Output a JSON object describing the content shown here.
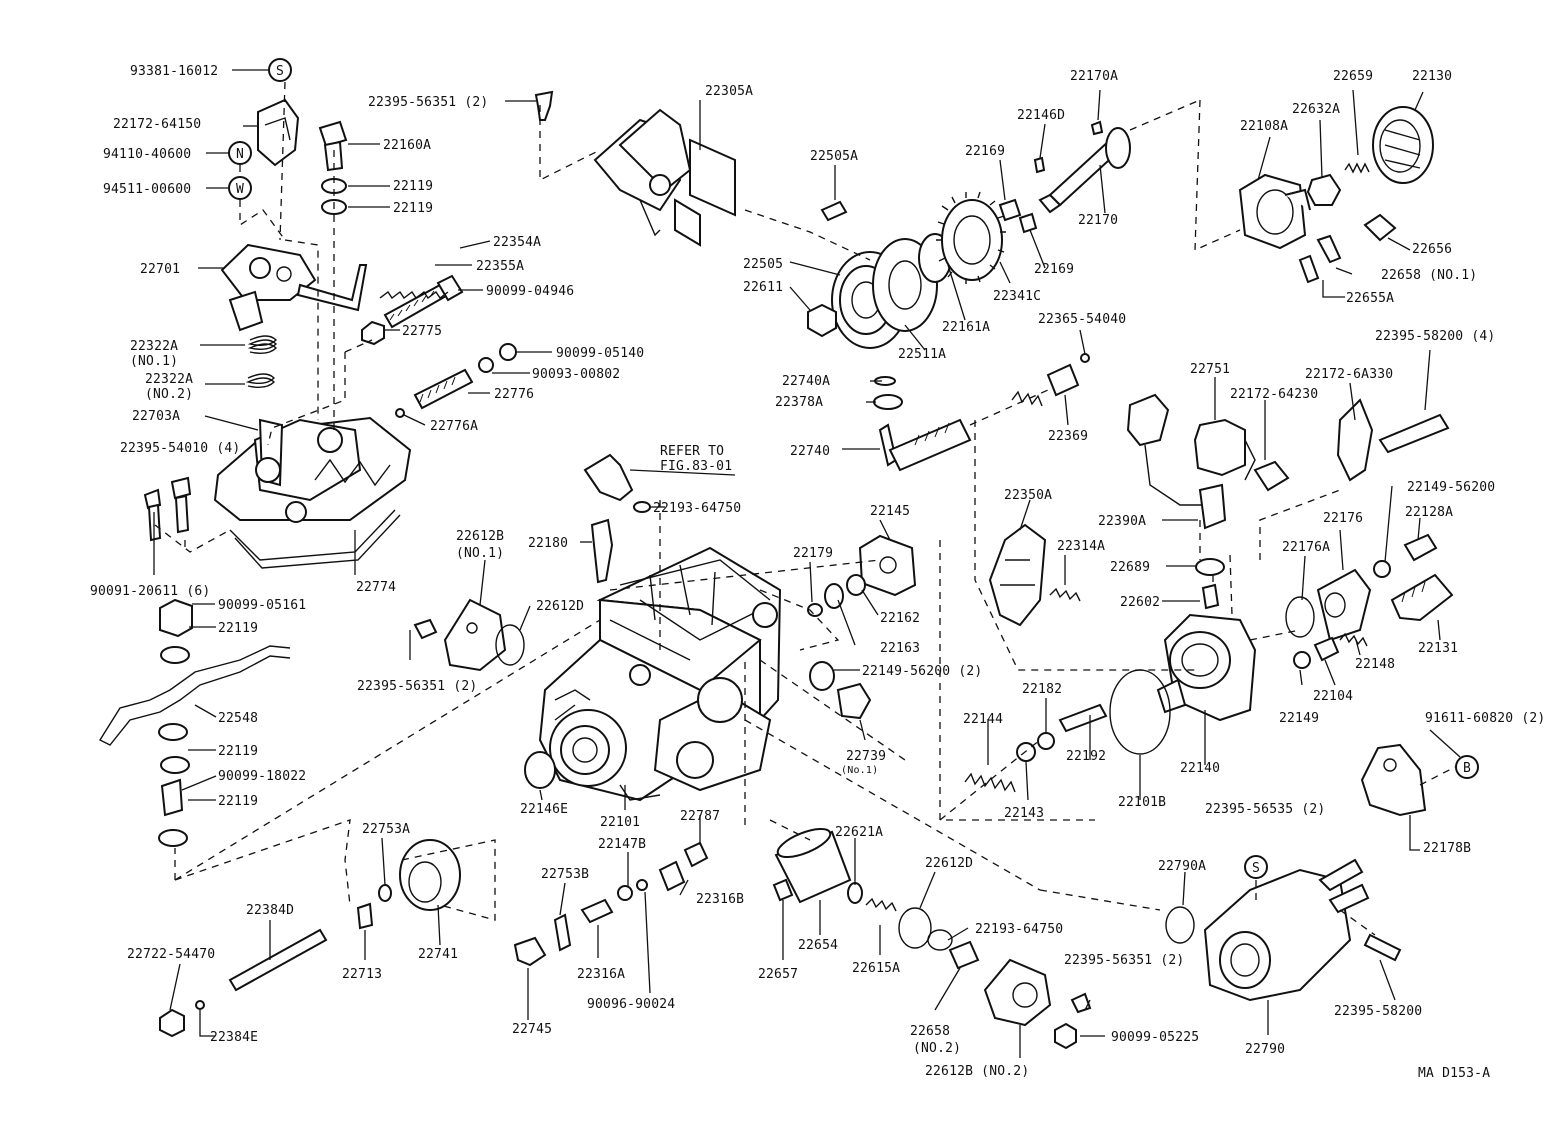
{
  "diagram": {
    "code": "MA D153-A",
    "note": [
      "REFER TO",
      "FIG.83-01"
    ],
    "labels": [
      {
        "text": "93381-16012"
      },
      {
        "text": "22172-64150"
      },
      {
        "text": "94110-40600"
      },
      {
        "text": "94511-00600"
      },
      {
        "text": "22395-56351 (2)"
      },
      {
        "text": "22160A"
      },
      {
        "text": "22119"
      },
      {
        "text": "22119"
      },
      {
        "text": "22305A"
      },
      {
        "text": "22354A"
      },
      {
        "text": "22355A"
      },
      {
        "text": "22701"
      },
      {
        "text": "90099-04946"
      },
      {
        "text": "22775"
      },
      {
        "text": "22322A"
      },
      {
        "text": "(NO.1)"
      },
      {
        "text": "90099-05140"
      },
      {
        "text": "90093-00802"
      },
      {
        "text": "22322A"
      },
      {
        "text": "(NO.2)"
      },
      {
        "text": "22776"
      },
      {
        "text": "22703A"
      },
      {
        "text": "22776A"
      },
      {
        "text": "22395-54010 (4)"
      },
      {
        "text": "90091-20611 (6)"
      },
      {
        "text": "22774"
      },
      {
        "text": "90099-05161"
      },
      {
        "text": "22119"
      },
      {
        "text": "22548"
      },
      {
        "text": "22119"
      },
      {
        "text": "90099-18022"
      },
      {
        "text": "22119"
      },
      {
        "text": "22170A"
      },
      {
        "text": "22146D"
      },
      {
        "text": "22505A"
      },
      {
        "text": "22169"
      },
      {
        "text": "22170"
      },
      {
        "text": "22505"
      },
      {
        "text": "22169"
      },
      {
        "text": "22611"
      },
      {
        "text": "22341C"
      },
      {
        "text": "22161A"
      },
      {
        "text": "22511A"
      },
      {
        "text": "22365-54040"
      },
      {
        "text": "22659"
      },
      {
        "text": "22130"
      },
      {
        "text": "22108A"
      },
      {
        "text": "22632A"
      },
      {
        "text": "22656"
      },
      {
        "text": "22658 (NO.1)"
      },
      {
        "text": "22655A"
      },
      {
        "text": "22395-58200 (4)"
      },
      {
        "text": "22740A"
      },
      {
        "text": "22378A"
      },
      {
        "text": "22369"
      },
      {
        "text": "22740"
      },
      {
        "text": "22751"
      },
      {
        "text": "22172-64230"
      },
      {
        "text": "22172-6A330"
      },
      {
        "text": "22193-64750"
      },
      {
        "text": "22180"
      },
      {
        "text": "22612B"
      },
      {
        "text": "(NO.1)"
      },
      {
        "text": "22612D"
      },
      {
        "text": "22395-56351 (2)"
      },
      {
        "text": "22145"
      },
      {
        "text": "22179"
      },
      {
        "text": "22162"
      },
      {
        "text": "22163"
      },
      {
        "text": "22149-56200 (2)"
      },
      {
        "text": "22739"
      },
      {
        "text": "(No.1)"
      },
      {
        "text": "22350A"
      },
      {
        "text": "22314A"
      },
      {
        "text": "22390A"
      },
      {
        "text": "22689"
      },
      {
        "text": "22602"
      },
      {
        "text": "22149-56200"
      },
      {
        "text": "22176"
      },
      {
        "text": "22128A"
      },
      {
        "text": "22176A"
      },
      {
        "text": "22148"
      },
      {
        "text": "22131"
      },
      {
        "text": "22104"
      },
      {
        "text": "22149"
      },
      {
        "text": "22182"
      },
      {
        "text": "22144"
      },
      {
        "text": "22192"
      },
      {
        "text": "22101B"
      },
      {
        "text": "22140"
      },
      {
        "text": "22143"
      },
      {
        "text": "91611-60820 (2)"
      },
      {
        "text": "22146E"
      },
      {
        "text": "22101"
      },
      {
        "text": "22787"
      },
      {
        "text": "22753A"
      },
      {
        "text": "22147B"
      },
      {
        "text": "22316B"
      },
      {
        "text": "22753B"
      },
      {
        "text": "22621A"
      },
      {
        "text": "22612D"
      },
      {
        "text": "22395-56535 (2)"
      },
      {
        "text": "22178B"
      },
      {
        "text": "22790A"
      },
      {
        "text": "22384D"
      },
      {
        "text": "22713"
      },
      {
        "text": "22741"
      },
      {
        "text": "22316A"
      },
      {
        "text": "22657"
      },
      {
        "text": "22654"
      },
      {
        "text": "22615A"
      },
      {
        "text": "22193-64750"
      },
      {
        "text": "22722-54470"
      },
      {
        "text": "90096-90024"
      },
      {
        "text": "22745"
      },
      {
        "text": "22395-56351 (2)"
      },
      {
        "text": "22395-58200"
      },
      {
        "text": "22658"
      },
      {
        "text": "(NO.2)"
      },
      {
        "text": "90099-05225"
      },
      {
        "text": "22384E"
      },
      {
        "text": "22612B (NO.2)"
      },
      {
        "text": "22790"
      }
    ],
    "markers": [
      {
        "letter": "S"
      },
      {
        "letter": "N"
      },
      {
        "letter": "W"
      },
      {
        "letter": "B"
      },
      {
        "letter": "S"
      }
    ]
  }
}
